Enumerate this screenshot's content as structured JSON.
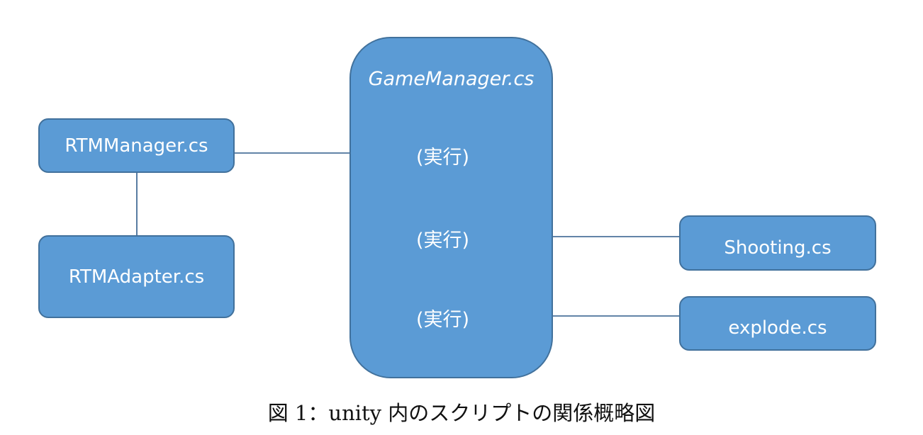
{
  "diagram": {
    "game_manager": {
      "label": "GameManager.cs"
    },
    "exec_labels": [
      "(実行)",
      "(実行)",
      "(実行)"
    ],
    "rtm_manager": {
      "label": "RTMManager.cs"
    },
    "rtm_adapter": {
      "label": "RTMAdapter.cs"
    },
    "shooting": {
      "label": "Shooting.cs"
    },
    "explode": {
      "label": "explode.cs"
    },
    "colors": {
      "box_fill": "#5b9bd5",
      "box_border": "#41719c",
      "connector": "#2e5c8a",
      "text": "#ffffff"
    }
  },
  "caption": "図 1：unity 内のスクリプトの関係概略図"
}
